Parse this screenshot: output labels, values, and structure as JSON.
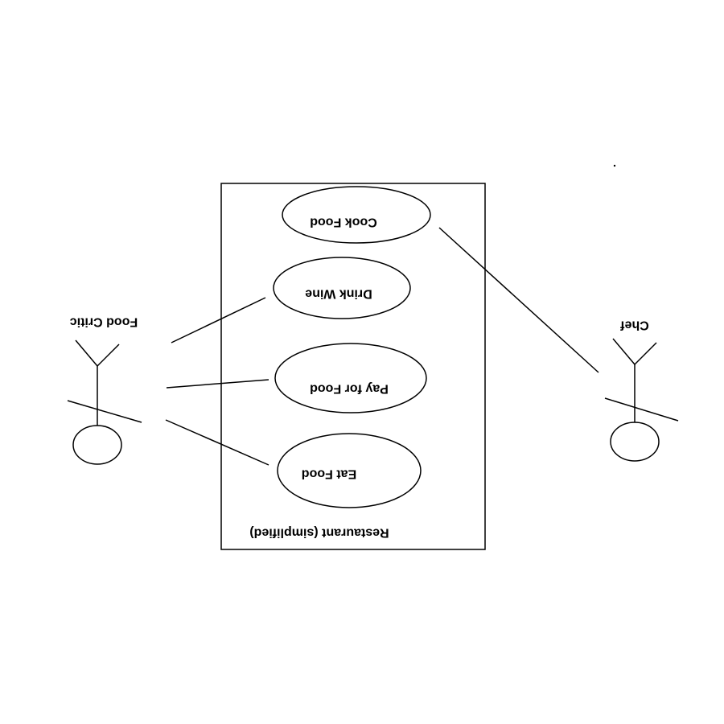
{
  "diagram": {
    "system_label": "Restaurant (simplified)",
    "use_cases": [
      {
        "label": "Cook Food"
      },
      {
        "label": "Drink Wine"
      },
      {
        "label": "Pay for Food"
      },
      {
        "label": "Eat Food"
      }
    ],
    "actors": [
      {
        "label": "Food Critic"
      },
      {
        "label": "Chef"
      }
    ],
    "rendering": "upside-down"
  }
}
